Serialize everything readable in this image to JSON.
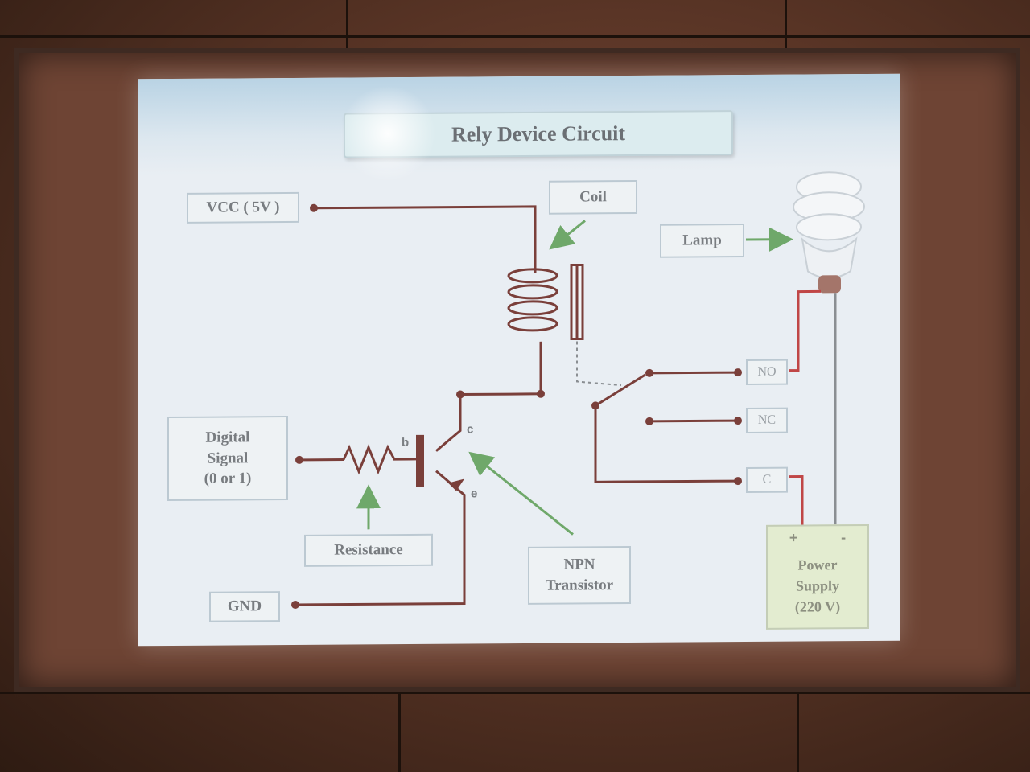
{
  "slide": {
    "title": "Rely Device Circuit"
  },
  "labels": {
    "vcc": "VCC ( 5V )",
    "coil": "Coil",
    "lamp": "Lamp",
    "digital_signal_line1": "Digital",
    "digital_signal_line2": "Signal",
    "digital_signal_line3": "(0 or 1)",
    "resistance": "Resistance",
    "npn_line1": "NPN",
    "npn_line2": "Transistor",
    "gnd": "GND"
  },
  "terminals": {
    "no": "NO",
    "nc": "NC",
    "c": "C"
  },
  "transistor_pins": {
    "base": "b",
    "collector": "c",
    "emitter": "e"
  },
  "power_supply": {
    "plus": "+",
    "minus": "-",
    "line1": "Power",
    "line2": "Supply",
    "line3": "(220 V)"
  },
  "colors": {
    "wire": "#7a3f3a",
    "arrow": "#6fa86a",
    "red_wire": "#c04646",
    "gray_wire": "#8a8e92"
  }
}
